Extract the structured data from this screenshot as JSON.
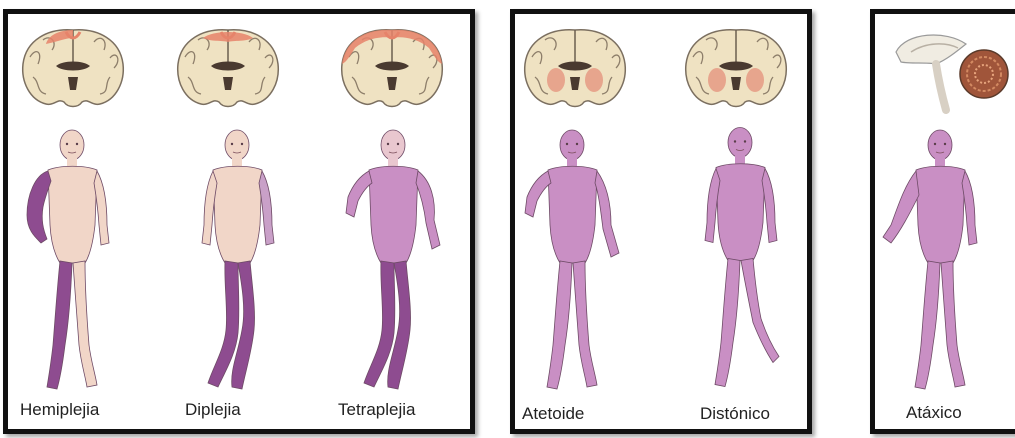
{
  "panels": [
    {
      "figures": [
        {
          "label": "Hemiplejia",
          "pattern": "hemiplegia"
        },
        {
          "label": "Diplejia",
          "pattern": "diplegia"
        },
        {
          "label": "Tetraplejia",
          "pattern": "tetraplegia"
        }
      ]
    },
    {
      "figures": [
        {
          "label": "Atetoide",
          "pattern": "athetoid"
        },
        {
          "label": "Distónico",
          "pattern": "dystonic"
        }
      ]
    },
    {
      "figures": [
        {
          "label": "Atáxico",
          "pattern": "ataxic"
        }
      ]
    }
  ],
  "colors": {
    "skin": "#f1d6c8",
    "affected": "#8e4c90",
    "diffuse": "#c98fc4",
    "brain": "#efe2c2",
    "cortex_lesion": "#e6836a",
    "basal_lesion": "#e59a84",
    "border": "#111111"
  },
  "icons": [
    "brain-coronal-icon",
    "brain-sagittal-cerebellum-icon",
    "human-figure-icon"
  ]
}
